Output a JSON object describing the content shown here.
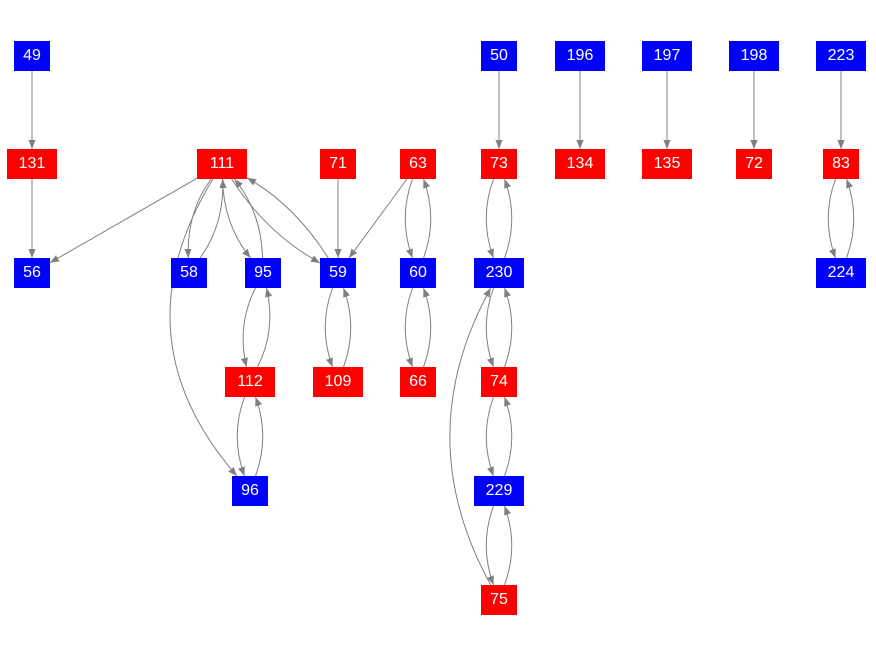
{
  "colors": {
    "red": "#ff0000",
    "blue": "#0000ff",
    "edge": "#808080"
  },
  "nodes": [
    {
      "id": "49",
      "color": "blue"
    },
    {
      "id": "131",
      "color": "red"
    },
    {
      "id": "56",
      "color": "blue"
    },
    {
      "id": "111",
      "color": "red"
    },
    {
      "id": "58",
      "color": "blue"
    },
    {
      "id": "95",
      "color": "blue"
    },
    {
      "id": "59",
      "color": "blue"
    },
    {
      "id": "71",
      "color": "red"
    },
    {
      "id": "63",
      "color": "red"
    },
    {
      "id": "60",
      "color": "blue"
    },
    {
      "id": "112",
      "color": "red"
    },
    {
      "id": "109",
      "color": "red"
    },
    {
      "id": "66",
      "color": "red"
    },
    {
      "id": "96",
      "color": "blue"
    },
    {
      "id": "50",
      "color": "blue"
    },
    {
      "id": "73",
      "color": "red"
    },
    {
      "id": "230",
      "color": "blue"
    },
    {
      "id": "74",
      "color": "red"
    },
    {
      "id": "229",
      "color": "blue"
    },
    {
      "id": "75",
      "color": "red"
    },
    {
      "id": "196",
      "color": "blue"
    },
    {
      "id": "134",
      "color": "red"
    },
    {
      "id": "197",
      "color": "blue"
    },
    {
      "id": "135",
      "color": "red"
    },
    {
      "id": "198",
      "color": "blue"
    },
    {
      "id": "72",
      "color": "red"
    },
    {
      "id": "223",
      "color": "blue"
    },
    {
      "id": "83",
      "color": "red"
    },
    {
      "id": "224",
      "color": "blue"
    }
  ],
  "edges": [
    [
      "49",
      "131"
    ],
    [
      "131",
      "56"
    ],
    [
      "111",
      "56"
    ],
    [
      "111",
      "58"
    ],
    [
      "58",
      "111"
    ],
    [
      "111",
      "95"
    ],
    [
      "95",
      "111"
    ],
    [
      "111",
      "59"
    ],
    [
      "59",
      "111"
    ],
    [
      "111",
      "96"
    ],
    [
      "71",
      "59"
    ],
    [
      "63",
      "59"
    ],
    [
      "63",
      "60"
    ],
    [
      "60",
      "63"
    ],
    [
      "95",
      "112"
    ],
    [
      "112",
      "95"
    ],
    [
      "112",
      "96"
    ],
    [
      "96",
      "112"
    ],
    [
      "59",
      "109"
    ],
    [
      "109",
      "59"
    ],
    [
      "60",
      "66"
    ],
    [
      "66",
      "60"
    ],
    [
      "50",
      "73"
    ],
    [
      "73",
      "230"
    ],
    [
      "230",
      "73"
    ],
    [
      "230",
      "74"
    ],
    [
      "74",
      "230"
    ],
    [
      "74",
      "229"
    ],
    [
      "229",
      "74"
    ],
    [
      "229",
      "75"
    ],
    [
      "75",
      "229"
    ],
    [
      "75",
      "230"
    ],
    [
      "196",
      "134"
    ],
    [
      "197",
      "135"
    ],
    [
      "198",
      "72"
    ],
    [
      "223",
      "83"
    ],
    [
      "83",
      "224"
    ],
    [
      "224",
      "83"
    ]
  ]
}
